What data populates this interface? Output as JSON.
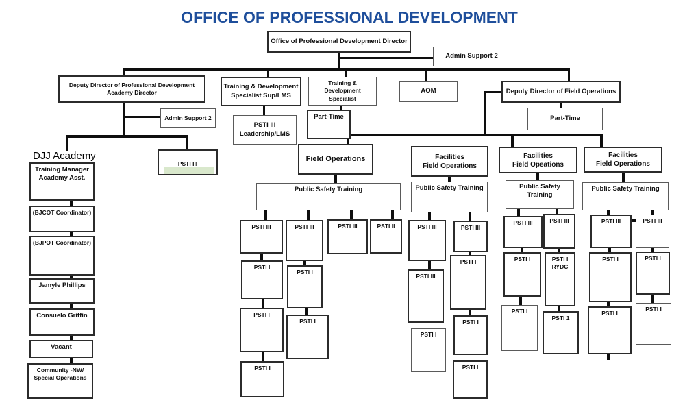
{
  "title": "OFFICE OF PROFESSIONAL DEVELOPMENT",
  "colors": {
    "title_blue": "#1e4e9b",
    "highlight_green": "#d9e8cc",
    "line_black": "#0e0e0e"
  },
  "top": {
    "director": "Office of Professional Development Director",
    "admin_support": "Admin Support 2"
  },
  "row2": {
    "deputy_pd": "Deputy Director of Professional Development\nAcademy Director",
    "td_sup": "Training & Development\nSpecialist Sup/LMS",
    "td_spec": "Training & Development\nSpecialist",
    "aom": "AOM",
    "deputy_fo": "Deputy Director of Field Operations",
    "admin_support": "Admin Support 2",
    "psti3_lms": "PSTI III\nLeadership/LMS",
    "part_time_spec": "Part-Time",
    "part_time_fo": "Part-Time"
  },
  "academy": {
    "heading": "DJJ Academy",
    "psti3": "PSTI III",
    "chain": [
      "Training Manager\nAcademy Asst.",
      "(BJCOT Coordinator)",
      "(BJPOT Coordinator)",
      "Jamyle Phillips",
      "Consuelo Griffin",
      "Vacant",
      "Community -NW/\nSpecial Operations"
    ]
  },
  "field_ops": {
    "header": "Field Operations",
    "pst": "Public Safety Training",
    "col1": [
      "PSTI III",
      "PSTI I",
      "PSTI I",
      "PSTI I"
    ],
    "col2": [
      "PSTI III",
      "PSTI I",
      "PSTI I"
    ],
    "col3": [
      "PSTI III"
    ],
    "col4": [
      "PSTI II"
    ]
  },
  "facilities1": {
    "header": "Facilities\nField Operations",
    "pst": "Public Safety Training",
    "left": [
      "PSTI III",
      "PSTI III",
      "PSTI I"
    ],
    "right": [
      "PSTI III",
      "PSTI I",
      "PSTI I",
      "PSTI I"
    ]
  },
  "facilities2": {
    "header": "Facilities\nField Opeations",
    "pst": "Public Safety Training",
    "left": [
      "PSTI III",
      "PSTI I",
      "PSTI I"
    ],
    "right": [
      "PSTI III",
      "PSTI I\nRYDC",
      "PSTI 1"
    ]
  },
  "facilities3": {
    "header": "Facilities\nField Operations",
    "pst": "Public Safety Training",
    "left": [
      "PSTI III",
      "PSTI I",
      "PSTI I"
    ],
    "right": [
      "PSTI III",
      "PSTI I",
      "PSTI I"
    ]
  }
}
